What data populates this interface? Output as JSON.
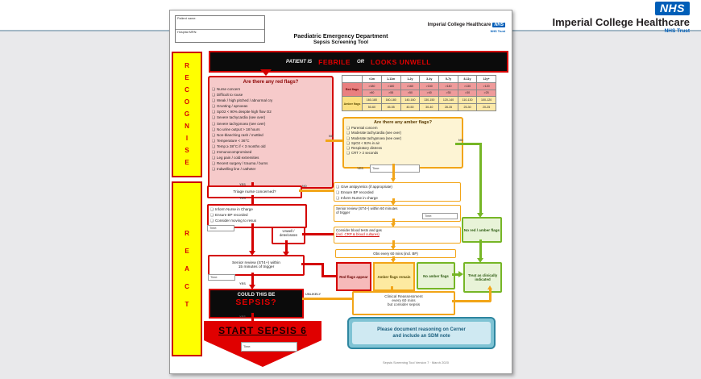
{
  "labels": {
    "yes": "YES",
    "no": "NO",
    "time": "Time:",
    "unlikely": "UNLIKELY"
  },
  "brand": {
    "logo": "NHS",
    "org": "Imperial College Healthcare",
    "trust": "NHS Trust"
  },
  "page_header": {
    "patient_fields": [
      "Patient name:",
      "Hospital MRN:"
    ],
    "org": "Imperial College Healthcare",
    "logo": "NHS",
    "trust": "NHS Trust",
    "title1": "Paediatric Emergency Department",
    "title2": "Sepsis Screening Tool"
  },
  "sidebar": {
    "recognise": "RECOGNISE",
    "react": "REACT"
  },
  "banner": {
    "prefix": "PATIENT IS",
    "febrile": "FEBRILE",
    "or": "OR",
    "looks_unwell": "LOOKS UNWELL"
  },
  "red_flags": {
    "title": "Are there any red flags?",
    "items": [
      "Nurse concern",
      "Difficult to rouse",
      "Weak / high pitched / abnormal cry",
      "Grunting / apnoeas",
      "SpO2 < 90% despite high flow O2",
      "Severe tachycardia (see over)",
      "Severe tachypnoea (see over)",
      "No urine output > 18 hours",
      "Non-blanching rash / mottled",
      "Temperature < 36°C",
      "Temp ≥ 38°C if < 3 months old",
      "Immunocompromised",
      "Leg pain / cold extremities",
      "Recent surgery / trauma / burns",
      "Indwelling line / catheter"
    ]
  },
  "vitals_table": {
    "age_headers": [
      "<1m",
      "1-11m",
      "1-2y",
      "3-4y",
      "5-7y",
      "8-11y",
      "12y+"
    ],
    "groups": [
      {
        "label": "Red flags",
        "kind": "red",
        "rows": [
          [
            ">180",
            ">180",
            ">160",
            ">150",
            ">140",
            ">130",
            ">120"
          ],
          [
            ">60",
            ">55",
            ">50",
            ">40",
            ">35",
            ">30",
            ">25"
          ]
        ]
      },
      {
        "label": "Amber flags",
        "kind": "amber",
        "rows": [
          [
            "160-180",
            "160-180",
            "140-160",
            "130-150",
            "120-140",
            "110-130",
            "100-120"
          ],
          [
            "50-60",
            "45-55",
            "40-50",
            "30-40",
            "28-35",
            "25-30",
            "20-25"
          ]
        ]
      }
    ]
  },
  "amber_flags": {
    "title": "Are there any amber flags?",
    "items": [
      "Parental concern",
      "Moderate tachycardia (see over)",
      "Moderate tachypnoea (see over)",
      "SpO2 < 92% in air",
      "Respiratory distress",
      "CRT > 2 seconds"
    ]
  },
  "left_path": {
    "triage": "Triage nurse concerned?",
    "inform_items": [
      "Inform Nurse in Charge",
      "Ensure BP recorded",
      "Consider moving to resus"
    ],
    "unwell1": "Unwell /",
    "unwell2": "deteriorates",
    "senior1": "Senior review (ST4+) within",
    "senior2": "15 minutes of trigger"
  },
  "amber_path": {
    "action_items": [
      "Give antipyretics (if appropriate)",
      "Ensure BP recorded",
      "Inform Nurse in charge"
    ],
    "senior1": "Senior review (ST4+) within 60 minutes",
    "senior2": "of trigger",
    "bloods1": "Consider blood tests and gas",
    "bloods2": "(incl. CRP & blood cultures)",
    "obs": "Obs every 60 mins (incl. BP)"
  },
  "outcomes": {
    "red": "Red flags appear",
    "amber": "Amber flags remain",
    "green": "No amber flags",
    "no_red_amber": "No red / amber flags",
    "treat": "Treat as clinically indicated",
    "reassess1": "Clinical Reassessment",
    "reassess2": "every 60 mins",
    "reassess3": "but consider sepsis"
  },
  "sepsis": {
    "q1": "COULD THIS BE",
    "q2": "SEPSIS?",
    "start": "START SEPSIS 6"
  },
  "note": {
    "line1": "Please document reasoning on Cerner",
    "line2": "and include an SDM note"
  },
  "footer": "Sepsis Screening Tool Version 7 · March 2020"
}
